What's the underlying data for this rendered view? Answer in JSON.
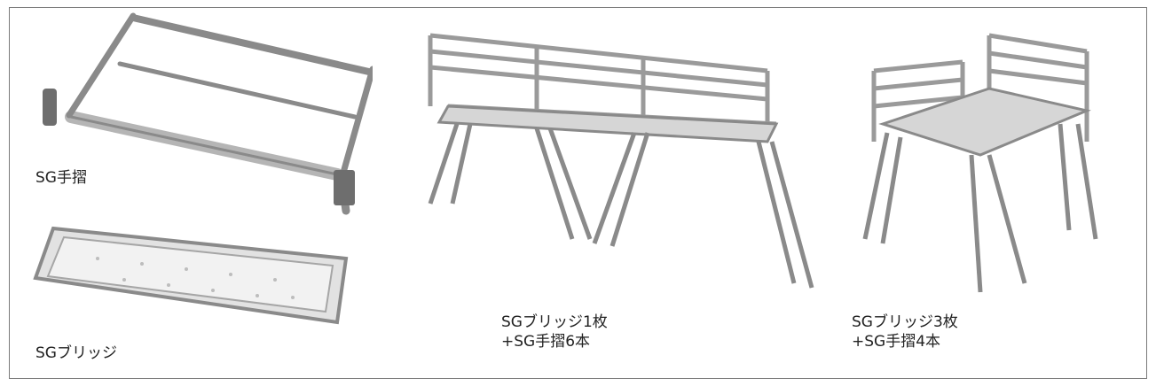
{
  "colors": {
    "border": "#7a7a7a",
    "stroke": "#8a8a8a",
    "panel": "#d6d6d6",
    "text": "#222222"
  },
  "items": [
    {
      "id": "handrail",
      "icon": "handrail-illustration",
      "caption_lines": [
        "SG手摺"
      ]
    },
    {
      "id": "bridge",
      "icon": "bridge-plate-illustration",
      "caption_lines": [
        "SGブリッジ"
      ]
    },
    {
      "id": "combo-1",
      "icon": "bridge-walkway-illustration",
      "caption_lines": [
        "SGブリッジ1枚",
        "+SG手摺6本"
      ]
    },
    {
      "id": "combo-3",
      "icon": "bridge-platform-illustration",
      "caption_lines": [
        "SGブリッジ3枚",
        "+SG手摺4本"
      ]
    }
  ]
}
